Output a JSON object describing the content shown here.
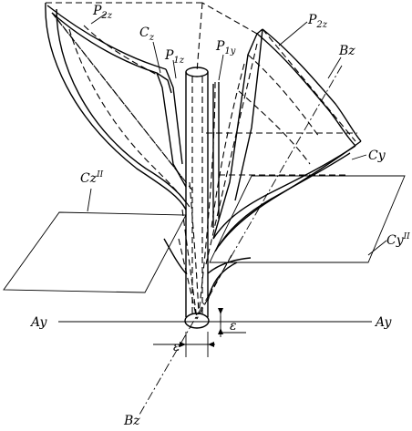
{
  "labels": {
    "p2z_left": {
      "main": "P",
      "sub": "2z"
    },
    "cz": {
      "main": "C",
      "sub": "z"
    },
    "p1z": {
      "main": "P",
      "sub": "1z"
    },
    "p1y": {
      "main": "P",
      "sub": "1y"
    },
    "p2z_right": {
      "main": "P",
      "sub": "2z"
    },
    "bz_top": {
      "main": "Bz"
    },
    "cy": {
      "main": "Cy"
    },
    "cz_ii": {
      "main": "Cz",
      "sup": "II"
    },
    "cy_ii": {
      "main": "Cy",
      "sup": "II"
    },
    "ay_left": {
      "main": "Ay"
    },
    "ay_right": {
      "main": "Ay"
    },
    "epsilon_right": {
      "main": "ε"
    },
    "epsilon_bottom": {
      "main": "ε"
    },
    "bz_bottom": {
      "main": "Bz"
    }
  }
}
